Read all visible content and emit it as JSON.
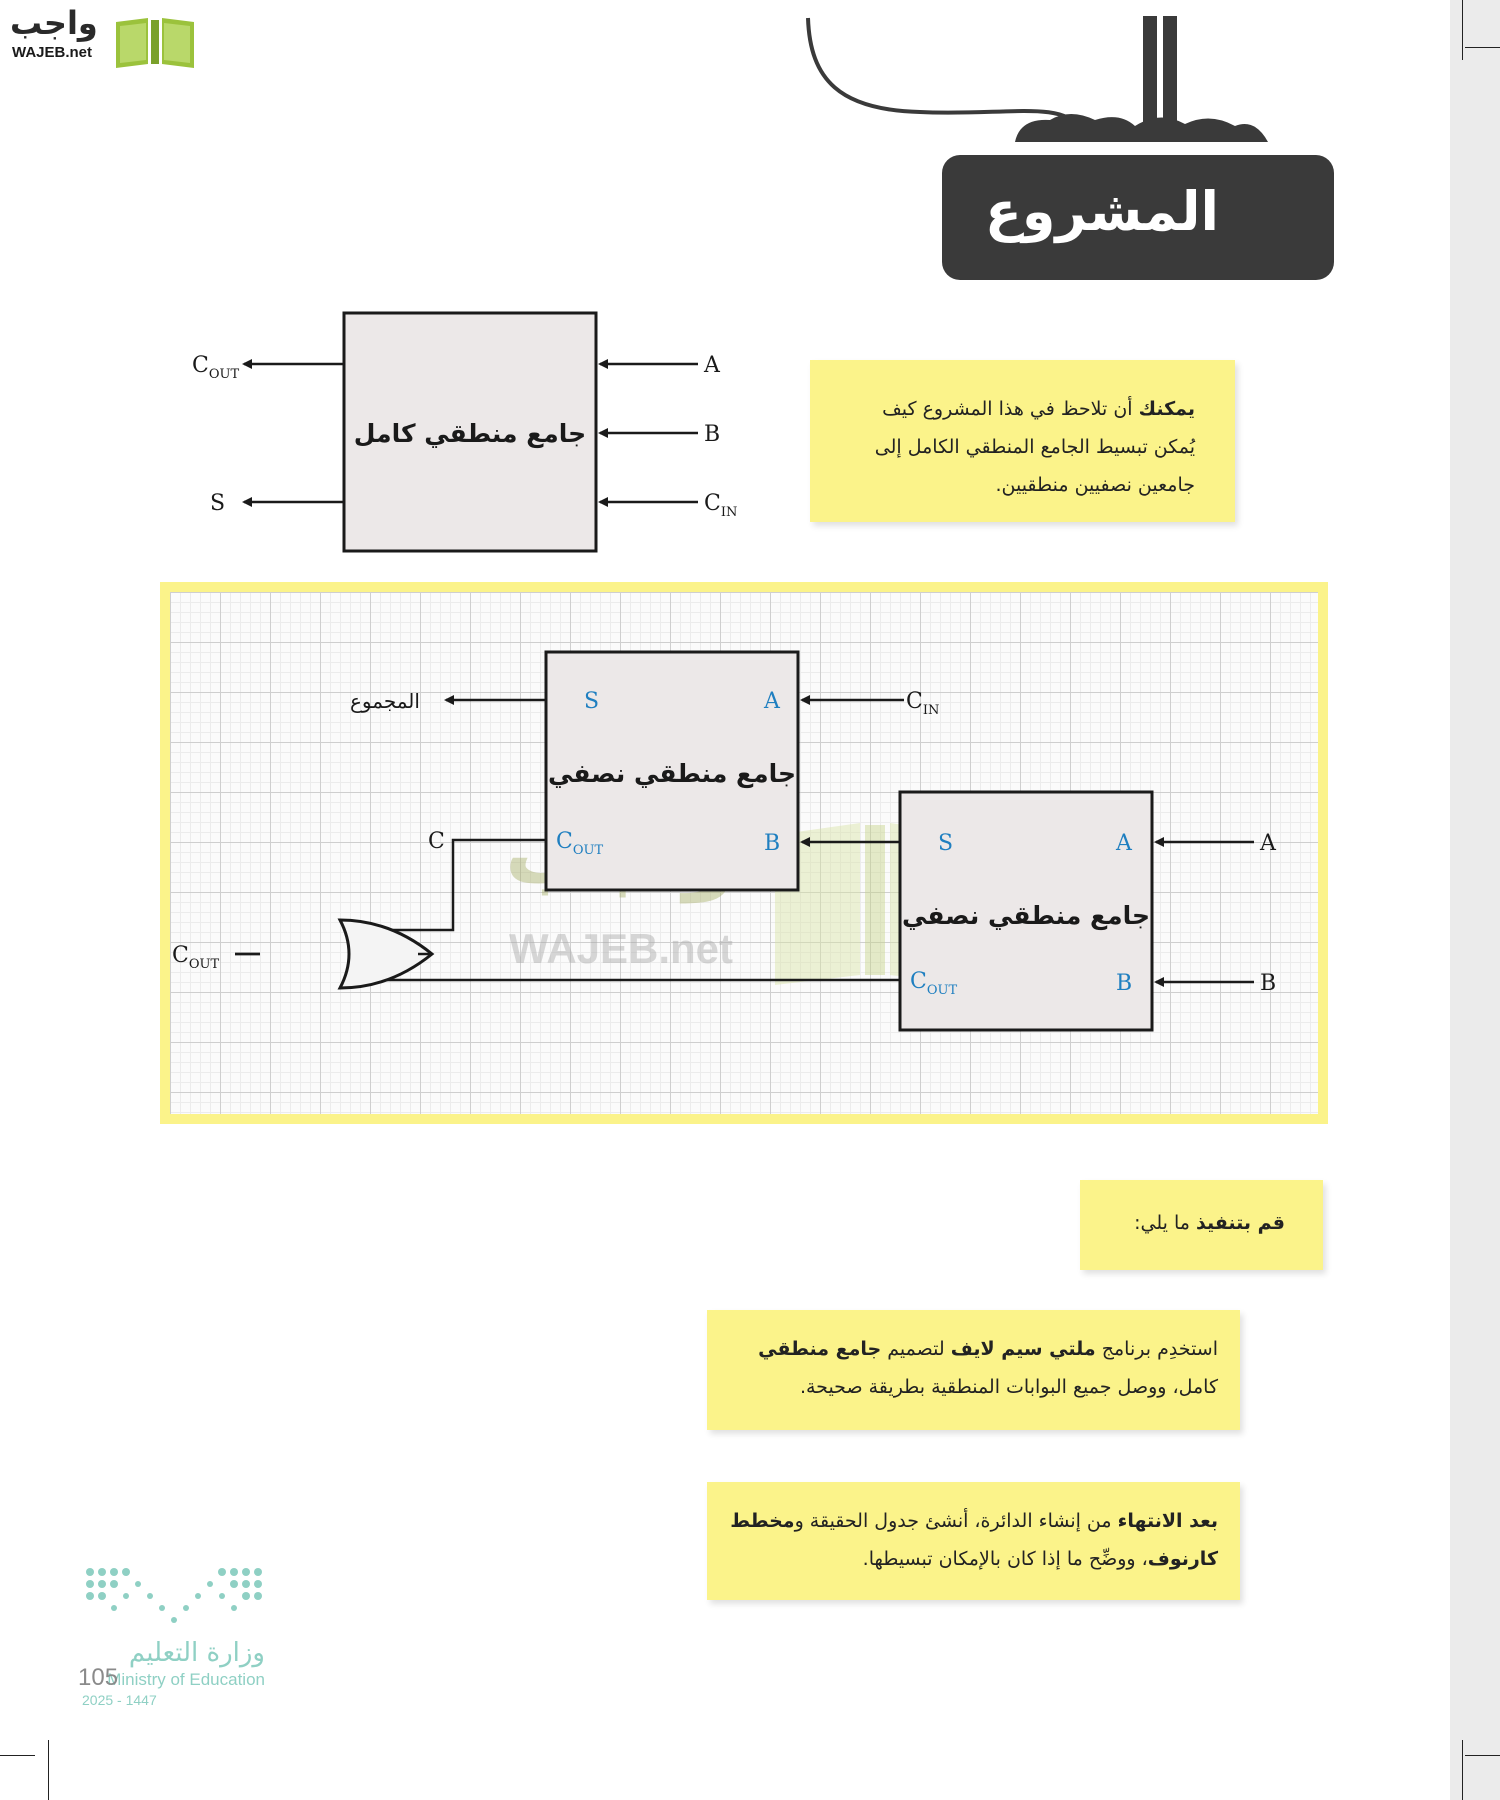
{
  "logo": {
    "arabic": "واجب",
    "latin": "WAJEB.net"
  },
  "header": {
    "title": "المشروع"
  },
  "full_adder": {
    "label": "جامع منطقي كامل",
    "inputs": [
      "A",
      "B",
      "C",
      "IN"
    ],
    "outputs": [
      "C",
      "OUT",
      "S"
    ]
  },
  "intro_note": {
    "bold": "يمكنك",
    "text": "أن تلاحظ في هذا المشروع كيف يُمكن تبسيط الجامع المنطقي الكامل إلى جامعين نصفيين منطقيين."
  },
  "circuit": {
    "half_adder_label": "جامع منطقي نصفي",
    "sum_label": "المجموع",
    "c_label": "C",
    "cin": [
      "C",
      "IN"
    ],
    "cout": [
      "C",
      "OUT"
    ],
    "port_s": "S",
    "port_a": "A",
    "port_b": "B",
    "input_a": "A",
    "input_b": "B"
  },
  "watermark": {
    "arabic": "واجب",
    "latin": "WAJEB.net"
  },
  "instructions": {
    "heading_bold": "قم بتنفيذ",
    "heading_rest": "ما يلي:",
    "step1": {
      "p1": "استخدِم برنامج",
      "b1": "ملتي سيم لايف",
      "p2": "لتصميم",
      "b2": "جامع منطقي",
      "p3": "كامل، ووصل جميع البوابات المنطقية بطريقة صحيحة."
    },
    "step2": {
      "b1": "بعد الانتهاء",
      "p1": "من إنشاء الدائرة، أنشئ جدول الحقيقة و",
      "b2": "مخطط كارنوف",
      "p2": "، ووضِّح ما إذا كان بالإمكان تبسيطها."
    }
  },
  "footer": {
    "ministry_ar": "وزارة التعليم",
    "ministry_en": "Ministry of Education",
    "year": "2025 - 1447",
    "page_number": "105"
  },
  "colors": {
    "note_yellow": "#fbf38a",
    "port_blue": "#1f7fc0",
    "box_fill": "#ece8e8",
    "header_dark": "#3a3a3a",
    "logo_green": "#9bc23c"
  }
}
